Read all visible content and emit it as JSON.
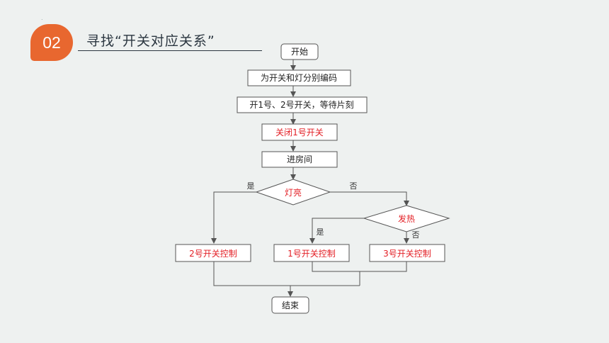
{
  "header": {
    "number": "02",
    "title": "寻找“开关对应关系”"
  },
  "flowchart": {
    "start": "开始",
    "step1": "为开关和灯分别编码",
    "step2": "开1号、2号开关，等待片刻",
    "step3": "关闭1号开关",
    "step4": "进房间",
    "decision1": "灯亮",
    "decision1_yes": "是",
    "decision1_no": "否",
    "decision2": "发热",
    "decision2_yes": "是",
    "decision2_no": "否",
    "result_a": "2号开关控制",
    "result_b": "1号开关控制",
    "result_c": "3号开关控制",
    "end": "结束"
  },
  "colors": {
    "badge": "#e8672f",
    "highlight": "#e31e24",
    "background": "#eef1f0"
  }
}
